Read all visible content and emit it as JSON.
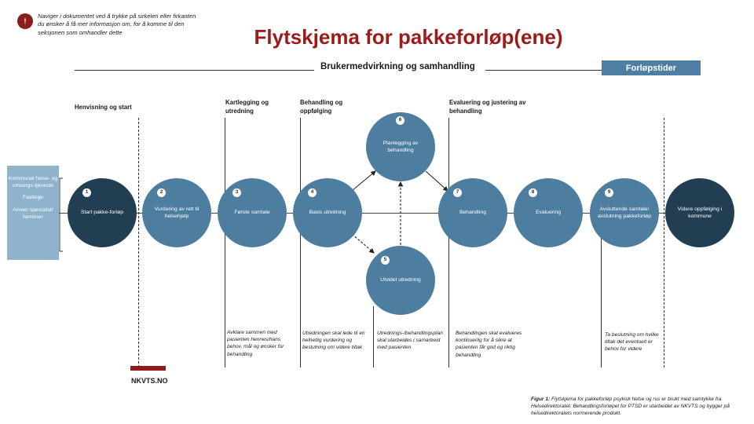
{
  "info": {
    "badge": "!",
    "text": "Naviger i dokumentet ved å trykke på sirkelen eller firkanten du ønsker å få mer informasjon om, for å komme til den seksjonen som omhandler dette"
  },
  "title": "Flytskjema for pakkeforløp(ene)",
  "subtitle": "Brukermedvirkning og samhandling",
  "forlopstider_button": "Forløpstider",
  "phases": {
    "henvisning": "Henvisning og start",
    "kartlegging": "Kartlegging og utredning",
    "behandling": "Behandling og oppfølging",
    "evaluering": "Evaluering og justering av behandling"
  },
  "referrers": [
    "Kommunal helse- og omsorgs-tjeneste",
    "Fastlege",
    "Annen spesialist/ henviser"
  ],
  "nodes": {
    "n1": {
      "num": "1",
      "label": "Start pakke-forløp"
    },
    "n2": {
      "num": "2",
      "label": "Vurdering av rett til helsehjelp"
    },
    "n3": {
      "num": "3",
      "label": "Første samtale"
    },
    "n4": {
      "num": "4",
      "label": "Basis utredning"
    },
    "n5": {
      "num": "5",
      "label": "Utvidet utredning"
    },
    "n6": {
      "num": "6",
      "label": "Planlegging av behandling"
    },
    "n7": {
      "num": "7",
      "label": "Behandling"
    },
    "n8": {
      "num": "8",
      "label": "Evaluering"
    },
    "n9": {
      "num": "9",
      "label": "Avsluttende samtale/ avslutning pakkeforløp"
    },
    "n10": {
      "label": "Videre oppfølging i kommune"
    }
  },
  "descriptions": {
    "d3": "Avklare sammen med pasienten hennes/hans behov, mål og ønsker for behandling",
    "d4": "Utredningen skal lede til en helhetlig vurdering og beslutning om videre tiltak",
    "d5": "Utrednings-/behandlingsplan skal utarbeides i samarbeid med pasienten",
    "d7": "Behandlingen skal evalueres kontinuerlig for å sikre at pasienten får god og riktig behandling",
    "d9": "Ta beslutning om hvilke tiltak det eventuelt er behov for videre"
  },
  "footer": {
    "logo": "NKVTS.NO",
    "caption_label": "Figur 1:",
    "caption": "Flytskjema for pakkeforløp psykisk helse og rus er brukt med samtykke fra Helsedirektoratet. Behandlingsforløpet for PTSD er utarbeidet av NKVTS og bygger på helsedirektoratets normerende produkt."
  },
  "colors": {
    "dark": "#213e52",
    "mid": "#4d7ea0",
    "accent": "#9b1b1b",
    "light": "#8fb3cc"
  }
}
